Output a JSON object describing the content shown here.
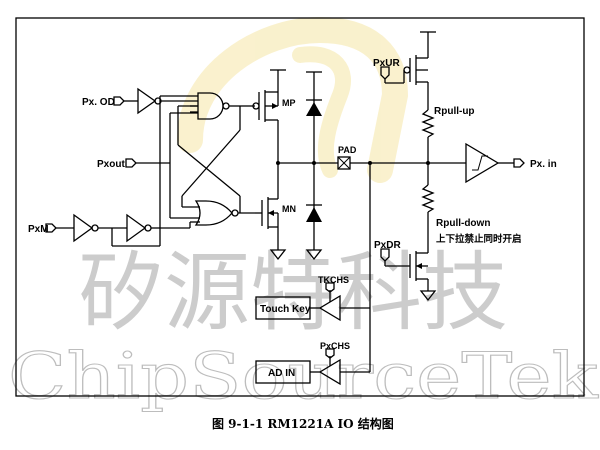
{
  "labels": {
    "px_od": "Px. OD",
    "pxout": "Pxout",
    "pxm": "PxM",
    "mp": "MP",
    "mn": "MN",
    "pad": "PAD",
    "pxur": "PxUR",
    "rpull_up": "Rpull-up",
    "rpull_down": "Rpull-down",
    "pxdr": "PxDR",
    "updown_note": "上下拉禁止同时开启",
    "px_in": "Px. in",
    "tkchs": "TKCHS",
    "touch_key": "Touch Key",
    "pxchs": "PxCHS",
    "ad_in": "AD IN"
  },
  "watermark": {
    "chinese": "矽源特科技",
    "english": "ChipSourceTek"
  },
  "caption": "图 9-1-1 RM1221A IO 结构图",
  "colors": {
    "line": "#000000",
    "watermark": "#9a9a9a",
    "logo_yellow": "#f5e6a6",
    "border": "#000000"
  }
}
